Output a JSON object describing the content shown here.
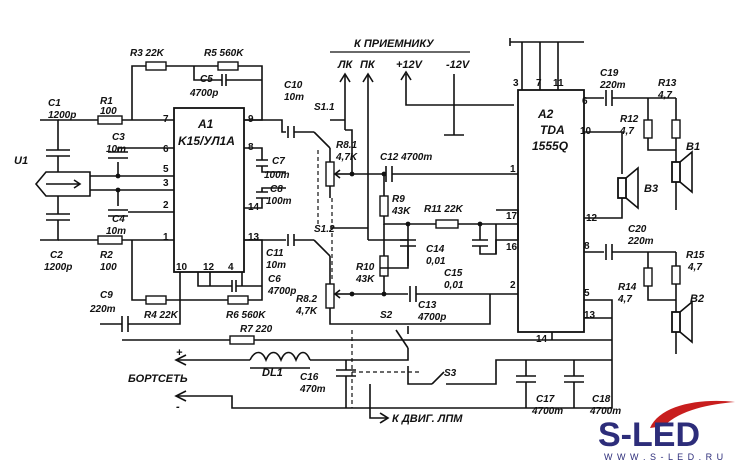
{
  "chips": {
    "a1_name": "A1",
    "a1_part": "K15/УЛ1А",
    "a2_name": "A2",
    "a2_part1": "TDA",
    "a2_part2": "1555Q"
  },
  "header": {
    "receiver": "К ПРИЕМНИКУ",
    "lk": "ЛК",
    "pk": "ПК",
    "plus12": "+12V",
    "minus12": "-12V"
  },
  "components": {
    "r1": "R1",
    "r1v": "100",
    "r2": "R2",
    "r2v": "100",
    "r3": "R3 22K",
    "r4": "R4 22K",
    "r5": "R5 560K",
    "r6": "R6 560K",
    "r7": "R7 220",
    "r8_1": "R8.1",
    "r8_1v": "4,7K",
    "r8_2": "R8.2",
    "r8_2v": "4,7K",
    "r9": "R9",
    "r9v": "43K",
    "r10": "R10",
    "r10v": "43K",
    "r11": "R11 22K",
    "r12": "R12",
    "r12v": "4,7",
    "r13": "R13",
    "r13v": "4,7",
    "r14": "R14",
    "r14v": "4,7",
    "r15": "R15",
    "r15v": "4,7",
    "c1": "C1",
    "c1v": "1200p",
    "c2": "C2",
    "c2v": "1200p",
    "c3": "C3",
    "c3v": "10m",
    "c4": "C4",
    "c4v": "10m",
    "c5": "C5",
    "c5v": "4700p",
    "c6": "C6",
    "c6v": "4700p",
    "c7": "C7",
    "c7v": "100m",
    "c8": "C8",
    "c8v": "100m",
    "c9": "C9",
    "c9v": "220m",
    "c10": "C10",
    "c10v": "10m",
    "c11": "C11",
    "c11v": "10m",
    "c12": "C12 4700m",
    "c13": "C13",
    "c13v": "4700p",
    "c14": "C14",
    "c14v": "0,01",
    "c15": "C15",
    "c15v": "0,01",
    "c16": "C16",
    "c16v": "470m",
    "c17": "C17",
    "c17v": "4700m",
    "c18": "C18",
    "c18v": "4700m",
    "c19": "C19",
    "c19v": "220m",
    "c20": "C20",
    "c20v": "220m",
    "s1_1": "S1.1",
    "s1_2": "S1.2",
    "s2": "S2",
    "s3": "S3",
    "u1": "U1",
    "dl1": "DL1",
    "b1": "B1",
    "b2": "B2",
    "b3": "B3"
  },
  "pins_a1": [
    "7",
    "6",
    "5",
    "3",
    "2",
    "1",
    "10",
    "12",
    "4",
    "9",
    "8",
    "14",
    "13"
  ],
  "pins_a2": [
    "3",
    "7",
    "11",
    "6",
    "10",
    "1",
    "17",
    "16",
    "2",
    "12",
    "8",
    "5",
    "13",
    "14"
  ],
  "footer": {
    "plus": "+",
    "minus": "-",
    "bortset": "БОРТСЕТЬ",
    "motor": "К ДВИГ. ЛПМ"
  },
  "logo": {
    "brand": "S-LED",
    "url": "W W W . S - L E D . R U"
  }
}
